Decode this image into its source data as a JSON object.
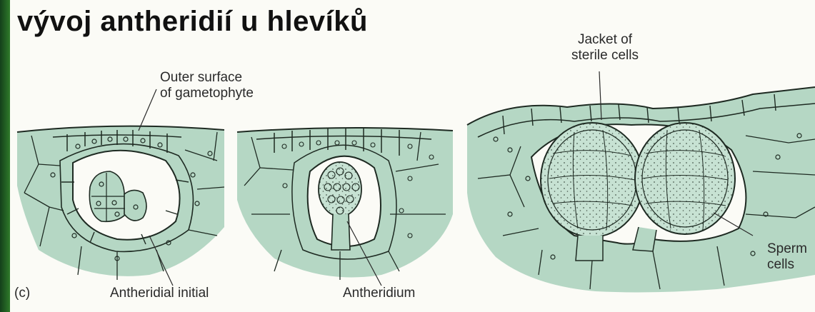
{
  "title": "vývoj antheridií u hlevíků",
  "labels": {
    "outer_surface_l1": "Outer surface",
    "outer_surface_l2": "of gametophyte",
    "jacket_l1": "Jacket of",
    "jacket_l2": "sterile cells",
    "panel": "(c)",
    "antheridial_initial": "Antheridial initial",
    "antheridium": "Antheridium",
    "sperm_l1": "Sperm",
    "sperm_l2": "cells"
  },
  "colors": {
    "tissue": "#b5d7c4",
    "tissue_light": "#cfe6d8",
    "outline": "#1e2a22",
    "background": "#fbfbf6",
    "frame": "#1f5a1c"
  }
}
